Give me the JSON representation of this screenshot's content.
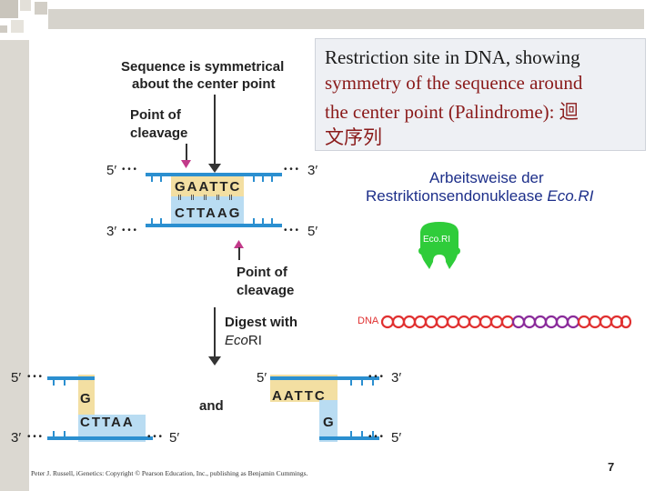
{
  "left_diagram": {
    "title_line1": "Sequence is symmetrical",
    "title_line2": "about the center point",
    "point_of_cleavage_top_1": "Point of",
    "point_of_cleavage_top_2": "cleavage",
    "point_of_cleavage_mid_1": "Point of",
    "point_of_cleavage_mid_2": "cleavage",
    "strand_top_5": "5′",
    "strand_top_3": "3′",
    "strand_bottom_3": "3′",
    "strand_bottom_5": "5′",
    "dots": "• • •",
    "top_seq": "GAATTC",
    "bottom_seq": "CTTAAG",
    "digest_line1": "Digest with",
    "digest_line2_prefix": "Eco",
    "digest_line2_suffix": "RI",
    "frag_left_top5": "5′",
    "frag_left_bottom3": "3′",
    "frag_left_bottom5": "5′",
    "frag_left_G": "G",
    "frag_left_seq": "CTTAA",
    "and": "and",
    "frag_right_top5": "5′",
    "frag_right_top3": "3′",
    "frag_right_bottom5": "5′",
    "frag_right_seq": "AATTC",
    "frag_right_G": "G"
  },
  "callout": {
    "line1": "Restriction site in DNA, showing",
    "line2": "symmetry of the sequence around",
    "line3": "the center point (Palindrome): 迴",
    "line4": "文序列"
  },
  "animation": {
    "title_line1": "Arbeitsweise der",
    "title_line2_prefix": "Restriktionsendonuklease ",
    "title_line2_enzyme": "Eco.RI",
    "enzyme_label": "Eco.RI",
    "dna_label": "DNA"
  },
  "footer": {
    "credit": "Peter J. Russell, iGenetics: Copyright © Pearson Education, Inc., publishing as Benjamin Cummings.",
    "page": "7"
  },
  "colors": {
    "dna_blue": "#2b8fd0",
    "base_pair_yellow": "#f3dfa2",
    "base_pair_blue": "#b9dcf2",
    "animation_red": "#e03030",
    "animation_purple": "#8a2b9a",
    "enzyme_green": "#2fcc3a",
    "title_navy": "#1d2f8a",
    "callout_red": "#8a1a1a"
  }
}
